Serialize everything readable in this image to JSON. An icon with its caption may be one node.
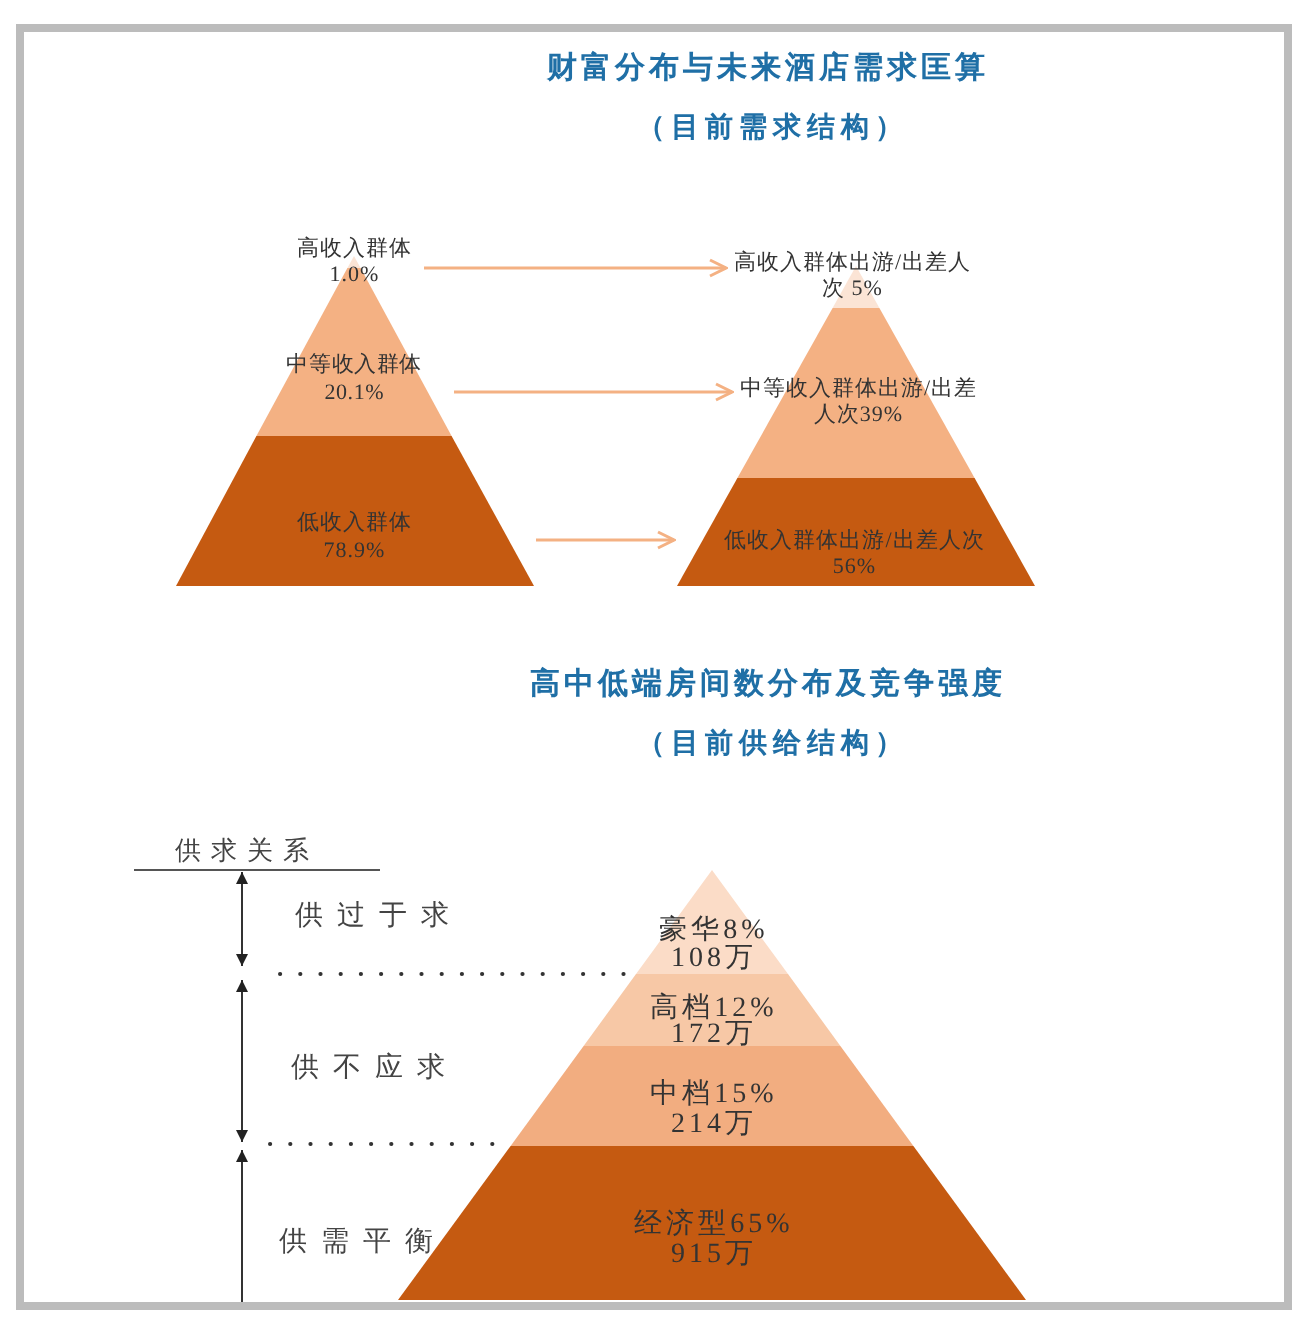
{
  "diagram": {
    "title": "财富分布与未来酒店需求匡算",
    "nodes": [
      {
        "text": [
          "高收入群体",
          "1.0%"
        ]
      },
      {
        "text": [
          "中等收入群体",
          "20.1%"
        ]
      },
      {
        "text": [
          "低收入群体",
          "78.9%"
        ]
      },
      {
        "text": [
          "高收入群体出游/出差人次 5%"
        ]
      },
      {
        "text": [
          "中等收入群体出游/出差人次39%"
        ]
      },
      {
        "text": [
          "低收入群体出游/出差人次56%"
        ]
      },
      {
        "text": [
          "豪华8%",
          "108万"
        ]
      },
      {
        "text": [
          "高档12%",
          "172万"
        ]
      },
      {
        "text": [
          "中档15%",
          "214万"
        ]
      },
      {
        "text": [
          "经济型65%",
          "915万"
        ]
      }
    ],
    "edges": [
      {
        "from": 0,
        "to": 3,
        "arrow": "to"
      },
      {
        "from": 1,
        "to": 4,
        "arrow": "to"
      },
      {
        "from": 2,
        "to": 5,
        "arrow": "to"
      }
    ],
    "labels": [
      "（目前需求结构）",
      "高中低端房间数分布及竞争强度",
      "（目前供给结构）",
      "供求关系",
      "供过于求",
      "供不应求",
      "供需平衡"
    ]
  }
}
